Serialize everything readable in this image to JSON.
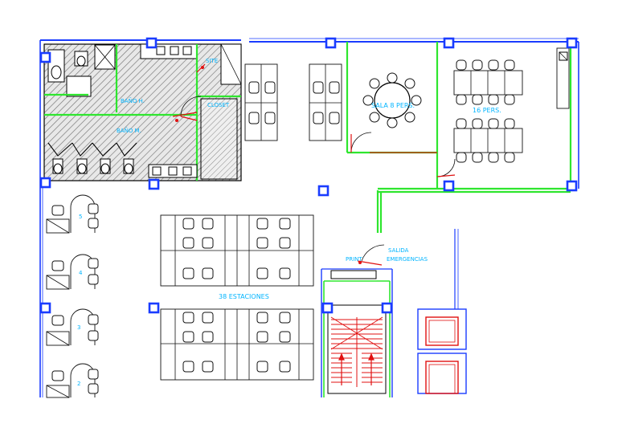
{
  "labels": {
    "bano_h": "BAÑO H.",
    "bano_m": "BAÑO M.",
    "sala_8": "SALA 8 PERS.",
    "sala_16": "16 PERS.",
    "closet": "CLOSET",
    "site": "SITE",
    "estaciones": "38 ESTACIONES",
    "print": "PRINT",
    "salida_1": "SALIDA",
    "salida_2": "EMERGENCIAS"
  },
  "booths": [
    "5",
    "4",
    "3",
    "2"
  ],
  "colors": {
    "wall": "#000000",
    "partition_green": "#2ee62e",
    "structure_blue": "#1a3cff",
    "stairs_red": "#e01010",
    "label_cyan": "#00b4ff",
    "hatch": "#666666"
  },
  "icons": [
    "door-swing-icon",
    "toilet-icon",
    "sink-icon",
    "column-icon",
    "stair-arrow-icon"
  ]
}
